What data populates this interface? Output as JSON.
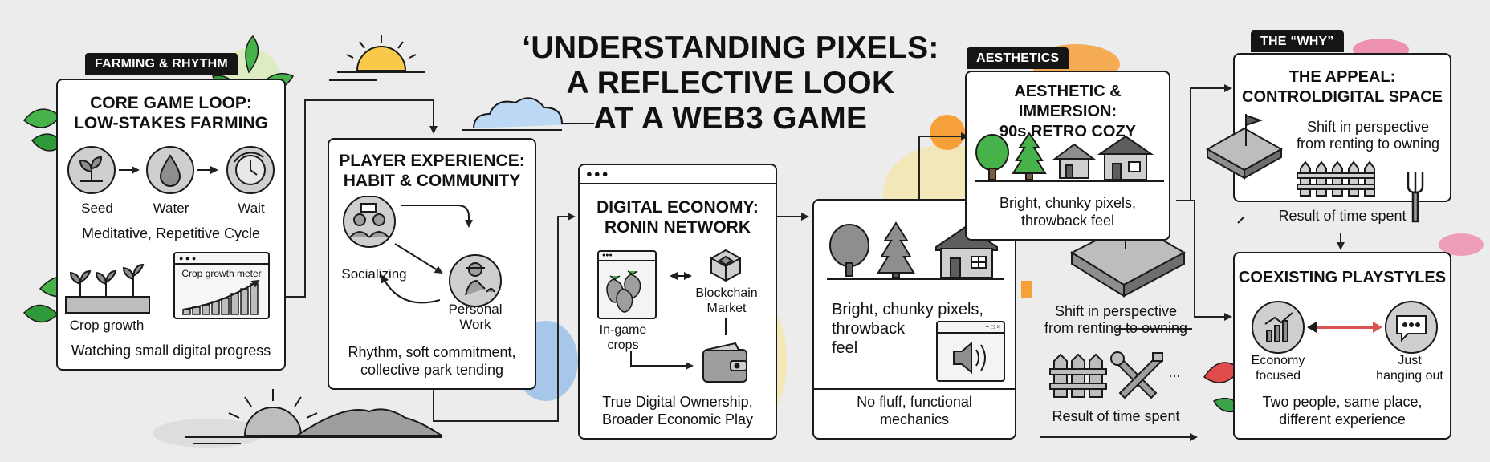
{
  "title": {
    "line1": "‘UNDERSTANDING PIXELS:",
    "line2": "A REFLECTIVE LOOK",
    "line3": "AT A WEB3 GAME"
  },
  "farming": {
    "tag": "FARMING & RHYTHM",
    "title1": "CORE GAME LOOP:",
    "title2": "LOW-STAKES FARMING",
    "steps": [
      "Seed",
      "Water",
      "Wait"
    ],
    "cycle_caption": "Meditative, Repetitive Cycle",
    "crop_label": "Crop growth",
    "meter_label": "Crop growth meter",
    "caption": "Watching small digital progress"
  },
  "player": {
    "title1": "PLAYER EXPERIENCE:",
    "title2": "HABIT & COMMUNITY",
    "socializing": "Socializing",
    "personal_line1": "Personal",
    "personal_line2": "Work",
    "caption1": "Rhythm, soft commitment,",
    "caption2": "collective park tending"
  },
  "economy": {
    "title1": "DIGITAL ECONOMY:",
    "title2": "RONIN NETWORK",
    "market_line1": "Blockchain",
    "market_line2": "Market",
    "crops_line1": "In-game",
    "crops_line2": "crops",
    "caption1": "True Digital Ownership,",
    "caption2": "Broader Economic Play"
  },
  "aesthetics": {
    "tag": "AESTHETICS",
    "title1": "AESTHETIC & IMMERSION:",
    "title2": "90s RETRO COZY",
    "desc1": "Bright, chunky pixels,",
    "desc2": "throwback feel"
  },
  "mechanics": {
    "desc1": "Bright, chunky pixels,",
    "desc2": "throwback",
    "desc3": "feel",
    "caption1": "No fluff, functional",
    "caption2": "mechanics"
  },
  "middle": {
    "shift1": "Shift in perspective",
    "shift2": "from renting to owning",
    "ellipsis": "...",
    "result": "Result of time spent"
  },
  "why": {
    "tag": "THE “WHY”",
    "title1": "THE APPEAL:",
    "title2": "CONTROLDIGITAL SPACE",
    "desc1": "Shift in perspective",
    "desc2": "from renting to owning",
    "result": "Result of time spent"
  },
  "playstyles": {
    "title": "COEXISTING PLAYSTYLES",
    "left1": "Economy",
    "left2": "focused",
    "right1": "Just",
    "right2": "hanging out",
    "caption1": "Two people, same place,",
    "caption2": "different experience"
  },
  "colors": {
    "sun": "#f9c94a",
    "accent_pink": "#f06a9a",
    "accent_orange": "#f6a03a",
    "leaf_green": "#47b24a",
    "splash_blue": "#8ab8ea",
    "arrow_red": "#d9534f"
  }
}
